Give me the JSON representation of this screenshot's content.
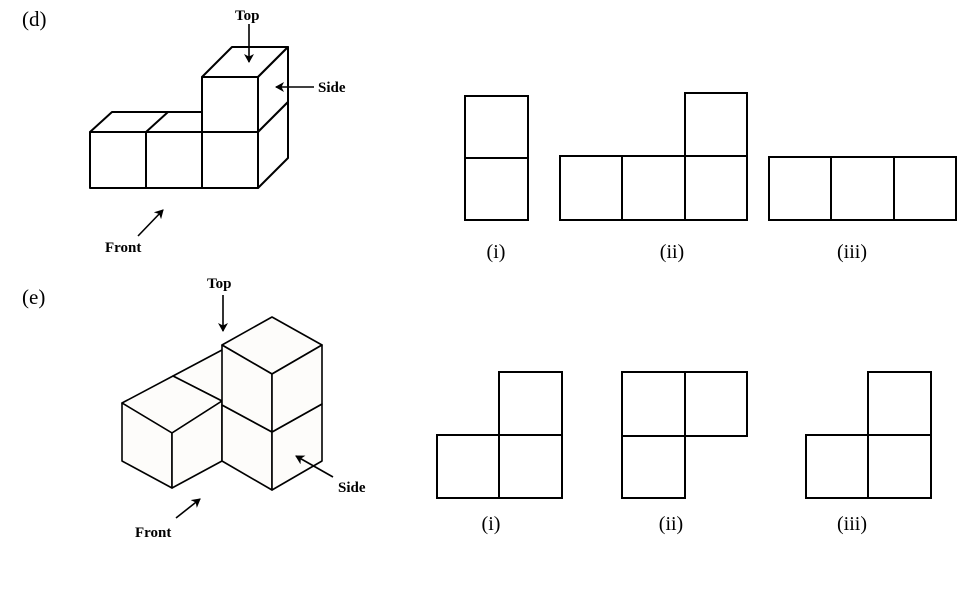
{
  "parts": [
    {
      "label": "(d)",
      "directions": {
        "top": "Top",
        "side": "Side",
        "front": "Front"
      },
      "views": [
        {
          "caption": "(i)",
          "grid": [
            [
              1
            ],
            [
              1
            ]
          ]
        },
        {
          "caption": "(ii)",
          "grid": [
            [
              0,
              0,
              1
            ],
            [
              1,
              1,
              1
            ]
          ]
        },
        {
          "caption": "(iii)",
          "grid": [
            [
              1,
              1,
              1
            ]
          ]
        }
      ]
    },
    {
      "label": "(e)",
      "directions": {
        "top": "Top",
        "side": "Side",
        "front": "Front"
      },
      "views": [
        {
          "caption": "(i)",
          "grid": [
            [
              0,
              1
            ],
            [
              1,
              1
            ]
          ]
        },
        {
          "caption": "(ii)",
          "grid": [
            [
              1,
              1
            ],
            [
              1,
              0
            ]
          ]
        },
        {
          "caption": "(iii)",
          "grid": [
            [
              0,
              1
            ],
            [
              1,
              1
            ]
          ]
        }
      ]
    }
  ]
}
